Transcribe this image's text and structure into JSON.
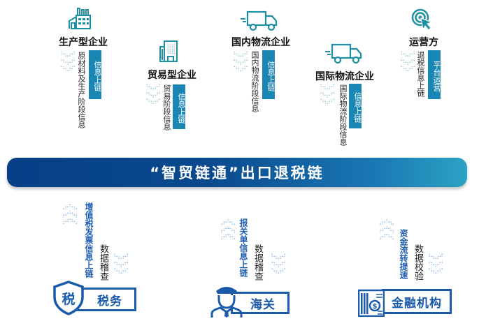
{
  "colors": {
    "teal_icon": "#1f8fa3",
    "tag_bg": "#1a86b4",
    "banner_start": "#063f87",
    "banner_end": "#2ba3c4",
    "authority_blue": "#1a5aab",
    "chevron_teal": "#8bbfc9",
    "chevron_blue": "#7fb0df"
  },
  "enterprises": [
    {
      "name": "生产型企业",
      "icon": "factory-icon",
      "description": "原材料及生产阶段信息",
      "tag": "信息上链"
    },
    {
      "name": "贸易型企业",
      "icon": "office-building-icon",
      "description": "贸易阶段信息",
      "tag": "信息上链"
    },
    {
      "name": "国内物流企业",
      "icon": "truck-icon",
      "description": "国内物流阶段信息",
      "tag": "信息上链"
    },
    {
      "name": "国际物流企业",
      "icon": "truck-icon",
      "description": "国际物流阶段信息",
      "tag": "信息上链"
    },
    {
      "name": "运营方",
      "icon": "target-cursor-icon",
      "description": "退税信息上链",
      "tag": "平台运营"
    }
  ],
  "banner": {
    "title": "“智贸链通”出口退税链"
  },
  "authorities": [
    {
      "name": "税务",
      "icon": "tax-shield-icon",
      "upload": "增值税发票信息上链",
      "check": "数据稽查"
    },
    {
      "name": "海关",
      "icon": "customs-officer-icon",
      "upload": "报关单信息上链",
      "check": "数据稽查"
    },
    {
      "name": "金融机构",
      "icon": "bank-building-icon",
      "upload": "资金流转提速",
      "check": "数据校验"
    }
  ]
}
